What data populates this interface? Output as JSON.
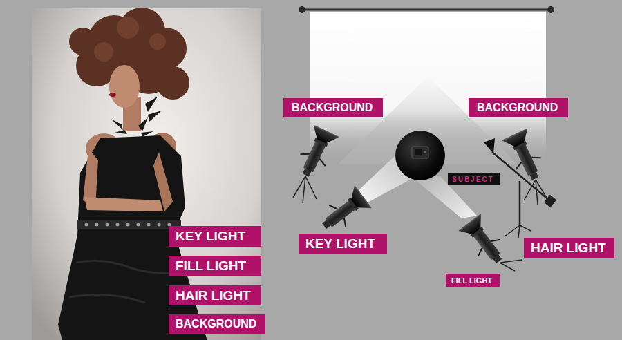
{
  "diagram": {
    "nodes": [
      {
        "text": [
          "KEY LIGHT"
        ]
      },
      {
        "text": [
          "FILL LIGHT"
        ]
      },
      {
        "text": [
          "HAIR LIGHT"
        ]
      },
      {
        "text": [
          "BACKGROUND"
        ]
      },
      {
        "text": [
          "BACKGROUND"
        ]
      },
      {
        "text": [
          "BACKGROUND"
        ]
      },
      {
        "text": [
          "SUBJECT"
        ]
      },
      {
        "text": [
          "KEY LIGHT"
        ]
      },
      {
        "text": [
          "HAIR LIGHT"
        ]
      },
      {
        "text": [
          "FILL LIGHT"
        ]
      }
    ]
  }
}
